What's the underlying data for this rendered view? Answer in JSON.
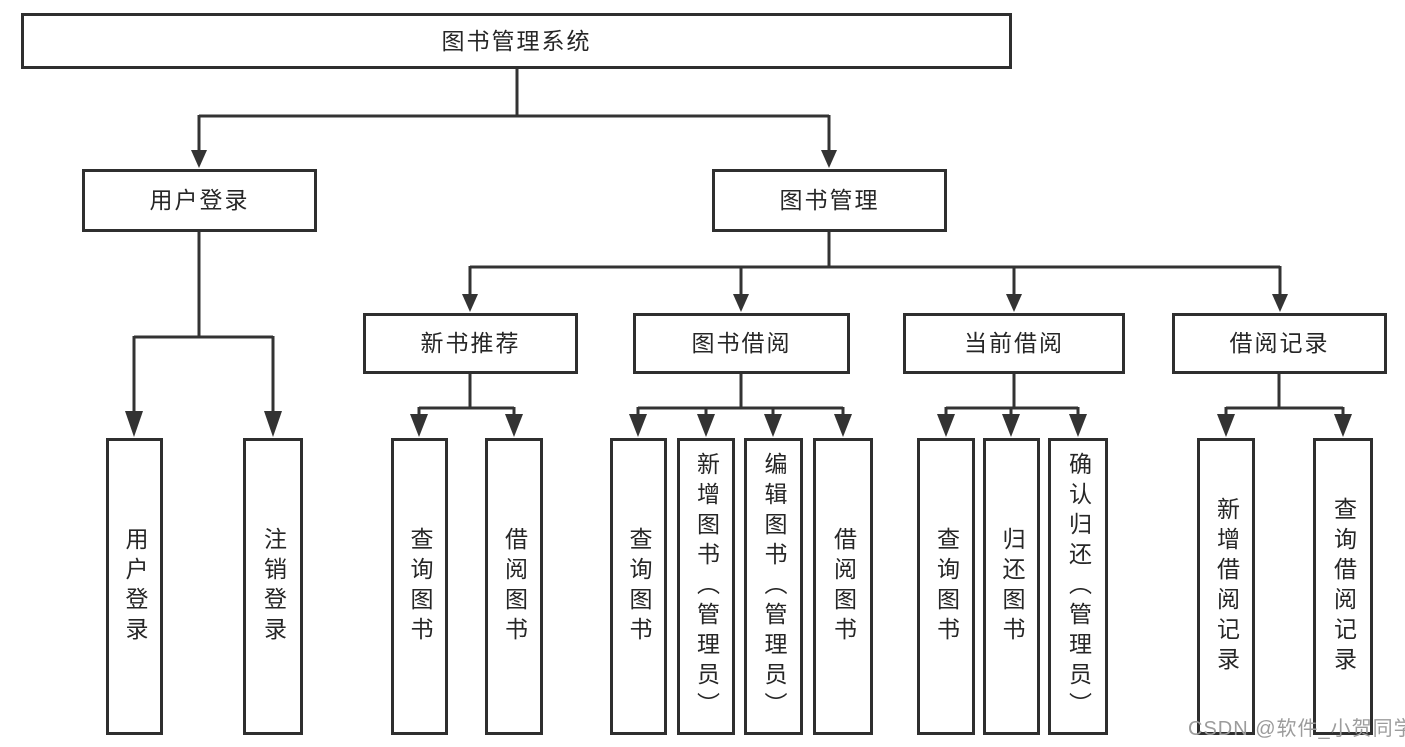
{
  "diagram": {
    "root": {
      "label": "图书管理系统",
      "children": [
        {
          "label": "用户登录",
          "children": [
            {
              "label": "用户登录"
            },
            {
              "label": "注销登录"
            }
          ]
        },
        {
          "label": "图书管理",
          "children": [
            {
              "label": "新书推荐",
              "children": [
                {
                  "label": "查询图书"
                },
                {
                  "label": "借阅图书"
                }
              ]
            },
            {
              "label": "图书借阅",
              "children": [
                {
                  "label": "查询图书"
                },
                {
                  "label": "新增图书（管理员）"
                },
                {
                  "label": "编辑图书（管理员）"
                },
                {
                  "label": "借阅图书"
                }
              ]
            },
            {
              "label": "当前借阅",
              "children": [
                {
                  "label": "查询图书"
                },
                {
                  "label": "归还图书"
                },
                {
                  "label": "确认归还（管理员）"
                }
              ]
            },
            {
              "label": "借阅记录",
              "children": [
                {
                  "label": "新增借阅记录"
                },
                {
                  "label": "查询借阅记录"
                }
              ]
            }
          ]
        }
      ]
    }
  },
  "watermark": "CSDN @软件_小贺同学",
  "colors": {
    "line": "#333333",
    "border": "#2f2f2f",
    "text": "#262626",
    "watermark": "#9c9c9c",
    "background": "#ffffff"
  }
}
